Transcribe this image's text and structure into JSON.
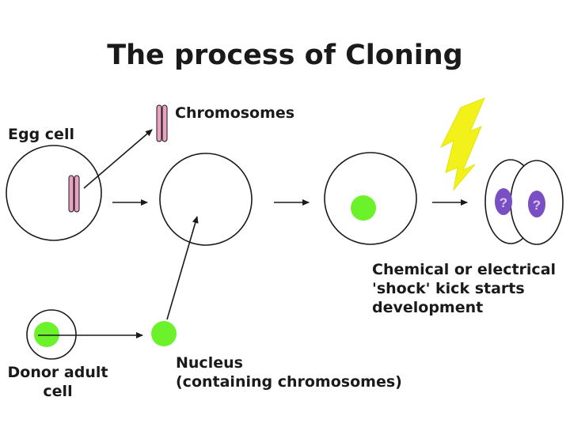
{
  "title": "The process of Cloning",
  "labels": {
    "chromosomes": "Chromosomes",
    "egg_cell": "Egg cell",
    "chemical_shock": [
      "Chemical or electrical",
      "'shock' kick starts",
      "development"
    ],
    "nucleus": [
      "Nucleus",
      "(containing chromosomes)"
    ],
    "donor_cell": [
      "Donor adult",
      "cell"
    ],
    "embryo_marks": [
      "?",
      "?"
    ]
  },
  "colors": {
    "nucleus_green": "#6cf22a",
    "chromosome_pink": "#e8a2c0",
    "lightning_yellow": "#f2f21a",
    "embryo_purple": "#7a4fc4",
    "outline": "#1a1a1a"
  }
}
